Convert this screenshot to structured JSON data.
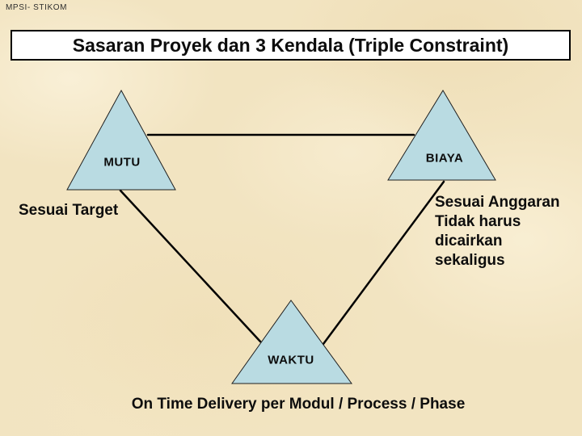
{
  "slide": {
    "watermark": "MPSI- STIKOM",
    "title": "Sasaran Proyek dan 3 Kendala (Triple Constraint)"
  },
  "diagram": {
    "type": "triple-constraint-triangle",
    "vertices": [
      {
        "id": "mutu",
        "label": "MUTU",
        "note": "Sesuai Target"
      },
      {
        "id": "biaya",
        "label": "BIAYA",
        "note_lines": [
          "Sesuai Anggaran",
          "Tidak harus",
          "dicairkan",
          "sekaligus"
        ]
      },
      {
        "id": "waktu",
        "label": "WAKTU",
        "note": "On Time Delivery per Modul / Process / Phase"
      }
    ],
    "connectors": [
      {
        "from": "mutu",
        "to": "biaya"
      },
      {
        "from": "mutu",
        "to": "waktu"
      },
      {
        "from": "biaya",
        "to": "waktu"
      }
    ]
  },
  "colors": {
    "background": "#f2e4c1",
    "triangle_fill": "#b9dbe2",
    "triangle_stroke": "#1f1f1f",
    "connector": "#000000",
    "title_background": "#ffffff",
    "title_border": "#000000",
    "text": "#0d0d0d"
  }
}
